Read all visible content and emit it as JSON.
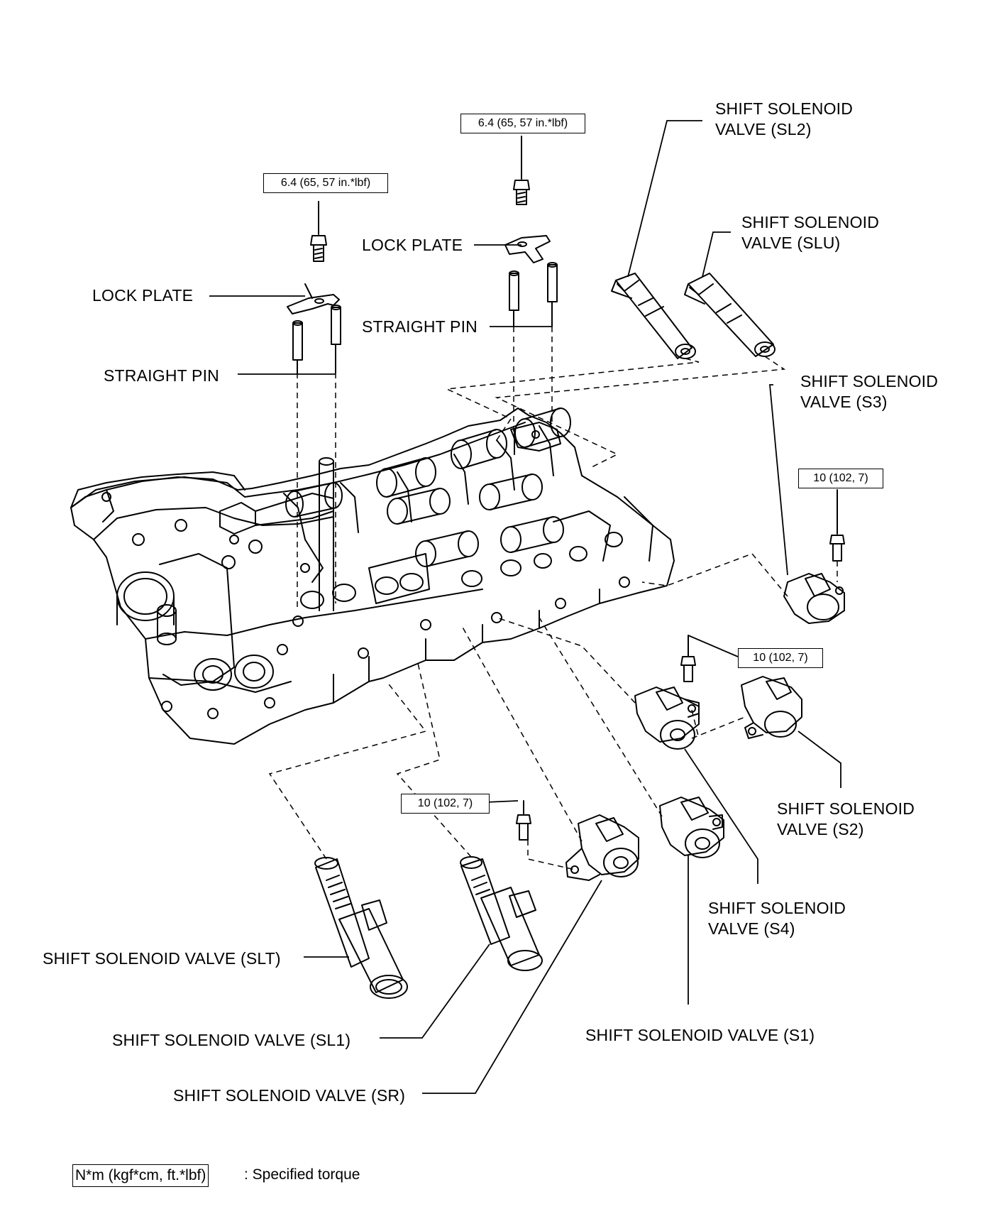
{
  "labels": {
    "sl2": [
      "SHIFT SOLENOID",
      "VALVE (SL2)"
    ],
    "slu": [
      "SHIFT SOLENOID",
      "VALVE (SLU)"
    ],
    "s3": [
      "SHIFT SOLENOID",
      "VALVE (S3)"
    ],
    "s2": [
      "SHIFT SOLENOID",
      "VALVE (S2)"
    ],
    "s4": [
      "SHIFT SOLENOID",
      "VALVE (S4)"
    ],
    "s1": "SHIFT SOLENOID VALVE (S1)",
    "slt": "SHIFT SOLENOID VALVE (SLT)",
    "sl1": "SHIFT SOLENOID VALVE (SL1)",
    "sr": "SHIFT SOLENOID VALVE (SR)",
    "lock_plate_left": "LOCK PLATE",
    "lock_plate_right": "LOCK PLATE",
    "straight_pin_left": "STRAIGHT PIN",
    "straight_pin_right": "STRAIGHT PIN"
  },
  "torque": {
    "lock_plate_left_bolt": "6.4 (65, 57 in.*lbf)",
    "lock_plate_right_bolt": "6.4 (65, 57 in.*lbf)",
    "s3_bolt": "10 (102, 7)",
    "s2_s4_bolt": "10 (102, 7)",
    "sr_bolt": "10 (102, 7)"
  },
  "legend": {
    "unit_box": "N*m (kgf*cm, ft.*lbf)",
    "description": ": Specified torque"
  },
  "colors": {
    "ink": "#000000",
    "paper": "#ffffff"
  }
}
